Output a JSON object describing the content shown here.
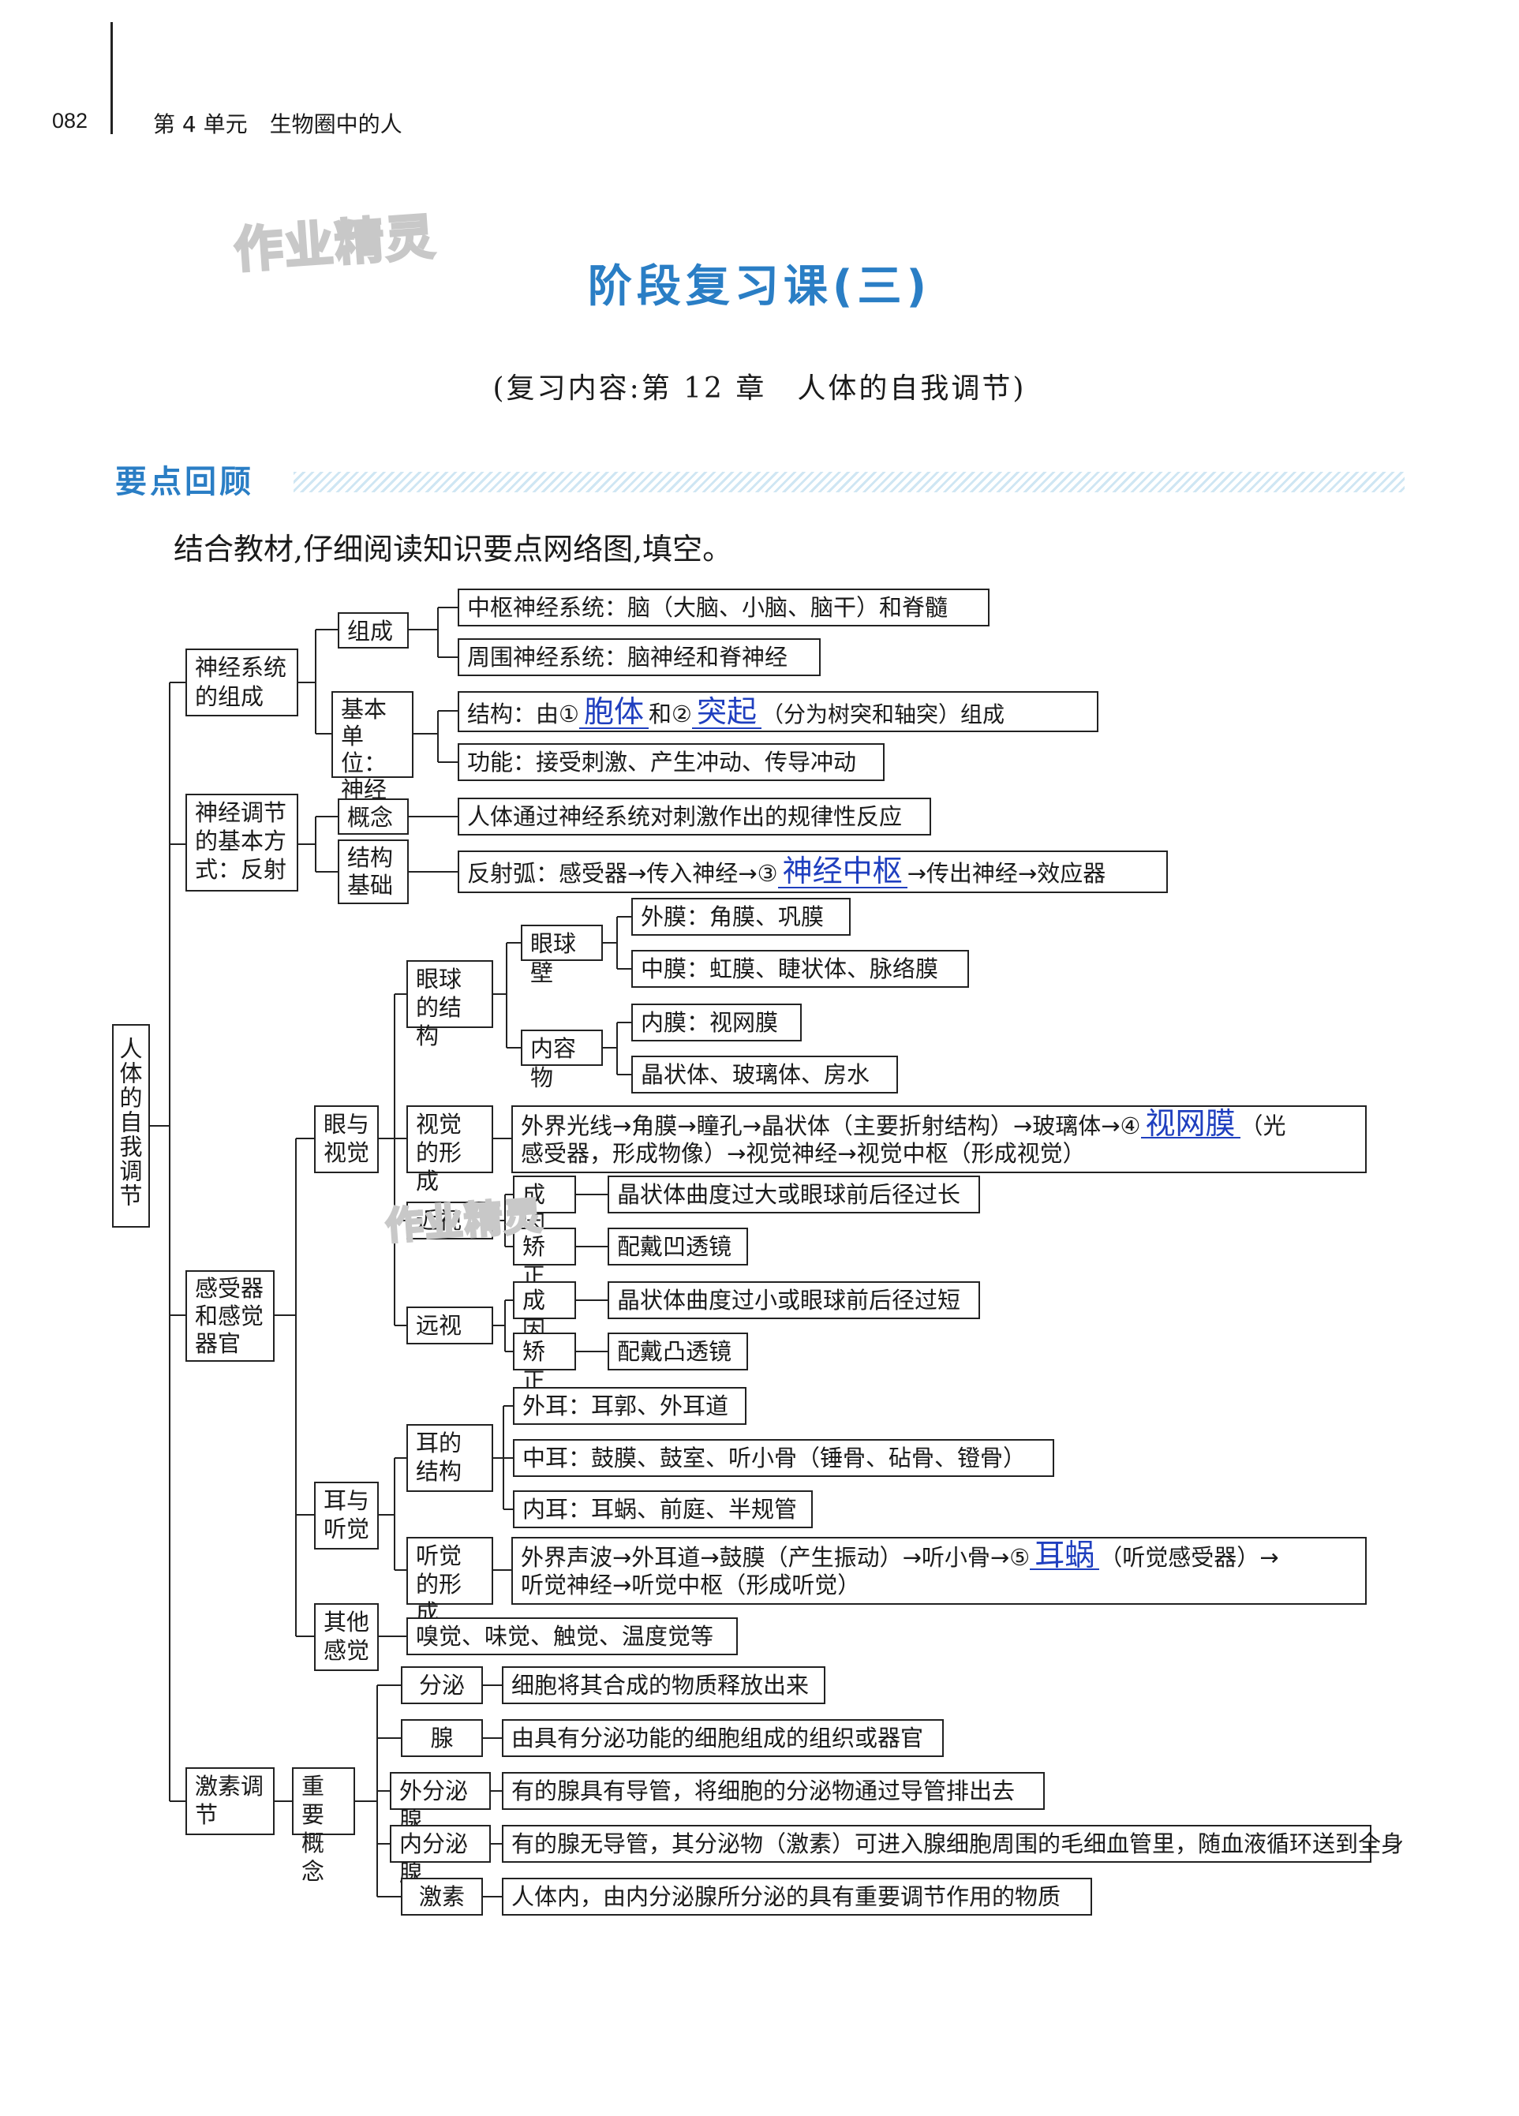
{
  "header": {
    "page_number": "082",
    "unit": "第 4 单元　生物圈中的人"
  },
  "watermarks": [
    "作业精灵",
    "作业精灵"
  ],
  "title": "阶段复习课(三)",
  "subtitle": "(复习内容:第 12 章　人体的自我调节)",
  "section_label": "要点回顾",
  "intro": "结合教材,仔细阅读知识要点网络图,填空。",
  "colors": {
    "accent": "#2a7ec5",
    "answer": "#1f3fbf"
  },
  "map": {
    "root": "人体的自我调节",
    "ns": {
      "label": "神经系统的组成",
      "zucheng": "组成",
      "zhongshu": "中枢神经系统：脑（大脑、小脑、脑干）和脊髓",
      "zhouwei": "周围神经系统：脑神经和脊神经",
      "unit": "基本单位：神经元",
      "struct_pre": "结构：由①",
      "ans1": "胞体",
      "struct_mid": "和②",
      "ans2": "突起",
      "struct_post": "（分为树突和轴突）组成",
      "func": "功能：接受刺激、产生冲动、传导冲动"
    },
    "reflex": {
      "label": "神经调节的基本方式：反射",
      "concept": "概念",
      "concept_text": "人体通过神经系统对刺激作出的规律性反应",
      "basis": "结构基础",
      "arc_pre": "反射弧：感受器→传入神经→③",
      "ans3": "神经中枢",
      "arc_post": "→传出神经→效应器"
    },
    "sense": {
      "label": "感受器和感觉器官",
      "eye": "眼与视觉",
      "eyeball": "眼球的结构",
      "wall": "眼球壁",
      "outer": "外膜：角膜、巩膜",
      "middle": "中膜：虹膜、睫状体、脉络膜",
      "contents": "内容物",
      "inner": "内膜：视网膜",
      "lens": "晶状体、玻璃体、房水",
      "vision_form": "视觉的形成",
      "vision_pre": "外界光线→角膜→瞳孔→晶状体（主要折射结构）→玻璃体→④",
      "ans4": "视网膜",
      "vision_post1": "（光",
      "vision_post2": "感受器，形成物像）→视觉神经→视觉中枢（形成视觉）",
      "myopia": "近视",
      "cause": "成因",
      "myopia_cause": "晶状体曲度过大或眼球前后径过长",
      "correct": "矫正",
      "myopia_fix": "配戴凹透镜",
      "hyperopia": "远视",
      "hyper_cause": "晶状体曲度过小或眼球前后径过短",
      "hyper_fix": "配戴凸透镜",
      "ear": "耳与听觉",
      "ear_struct": "耳的结构",
      "outer_ear": "外耳：耳郭、外耳道",
      "middle_ear": "中耳：鼓膜、鼓室、听小骨（锤骨、砧骨、镫骨）",
      "inner_ear": "内耳：耳蜗、前庭、半规管",
      "hearing_form": "听觉的形成",
      "hearing_pre": "外界声波→外耳道→鼓膜（产生振动）→听小骨→⑤",
      "ans5": "耳蜗",
      "hearing_post1": "（听觉感受器）→",
      "hearing_post2": "听觉神经→听觉中枢（形成听觉）",
      "other": "其他感觉",
      "other_text": "嗅觉、味觉、触觉、温度觉等"
    },
    "hormone": {
      "label": "激素调节",
      "concepts": "重要概念",
      "secretion": "分泌",
      "secretion_text": "细胞将其合成的物质释放出来",
      "gland": "腺",
      "gland_text": "由具有分泌功能的细胞组成的组织或器官",
      "exo": "外分泌腺",
      "exo_text": "有的腺具有导管，将细胞的分泌物通过导管排出去",
      "endo": "内分泌腺",
      "endo_text": "有的腺无导管，其分泌物（激素）可进入腺细胞周围的毛细血管里，随血液循环送到全身",
      "hormone": "激素",
      "hormone_text": "人体内，由内分泌腺所分泌的具有重要调节作用的物质"
    }
  }
}
